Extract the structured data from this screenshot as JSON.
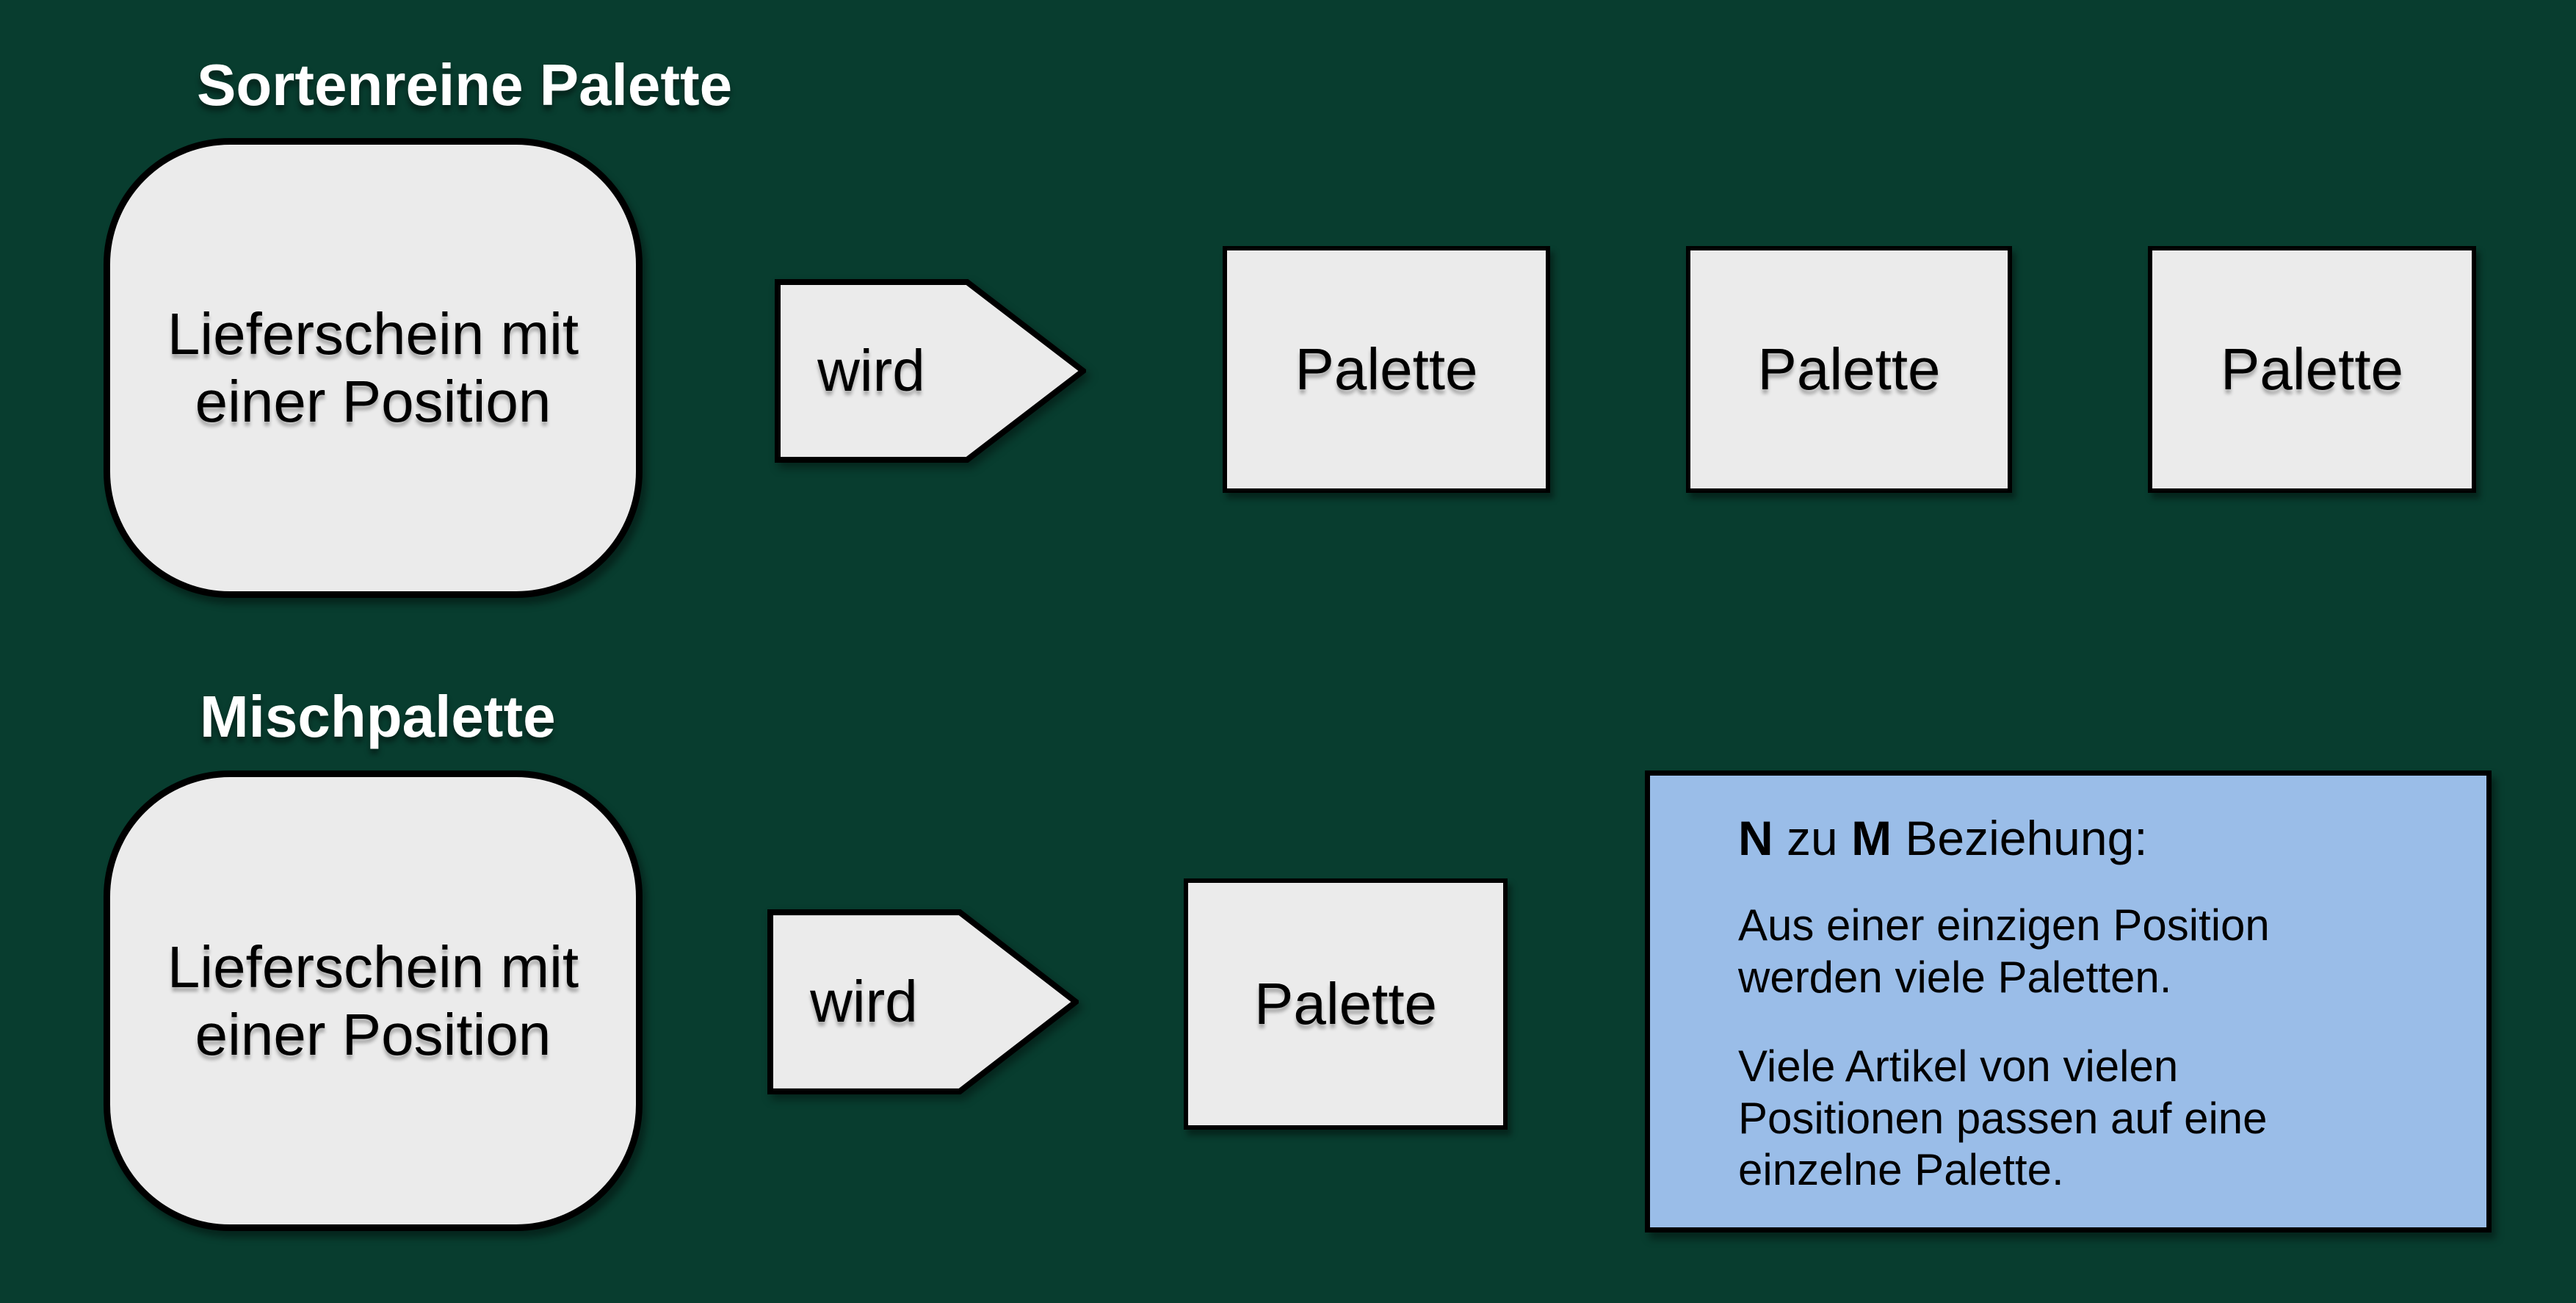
{
  "canvas": {
    "background": "#083D2F",
    "shape_fill": "#EBEBEB",
    "border_color": "#000000",
    "info_fill": "#9ABDE8",
    "heading_color": "#FFFFFF"
  },
  "sections": [
    {
      "heading": "Sortenreine Palette",
      "source": "Lieferschein mit einer Position",
      "connector": "wird",
      "targets": [
        "Palette",
        "Palette",
        "Palette"
      ]
    },
    {
      "heading": "Mischpalette",
      "source": "Lieferschein mit einer Position",
      "connector": "wird",
      "targets": [
        "Palette"
      ]
    }
  ],
  "info_box": {
    "title": {
      "n": "N",
      "zu": " zu ",
      "m": "M",
      "rest": " Beziehung:"
    },
    "paragraphs": [
      "Aus einer einzigen Position werden viele Paletten.",
      "Viele Artikel von vielen Positionen passen auf eine einzelne Palette."
    ]
  }
}
